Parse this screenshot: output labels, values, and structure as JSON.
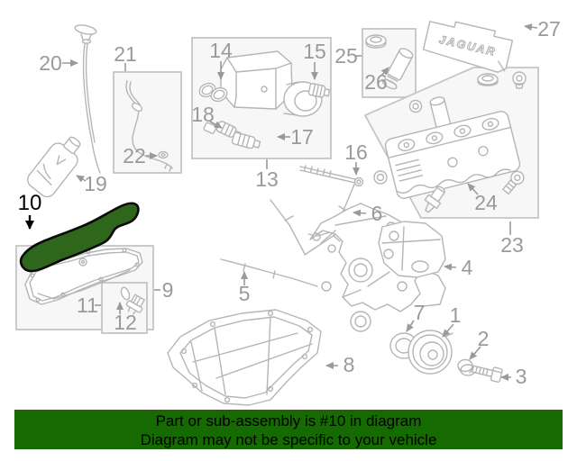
{
  "banner": {
    "line1": "Part or sub-assembly is #10 in diagram",
    "line2": "Diagram may not be specific to your vehicle",
    "bg_color": "#156b01",
    "text_color": "#000000"
  },
  "diagram": {
    "brand_text": "JAGUAR",
    "highlighted_callout": "10",
    "colors": {
      "highlight_fill": "#2e671b",
      "highlight_outline": "#000000",
      "line_art": "#b5b5b5",
      "label": "#9a9a9a"
    },
    "callouts": [
      {
        "n": "1"
      },
      {
        "n": "2"
      },
      {
        "n": "3"
      },
      {
        "n": "4"
      },
      {
        "n": "5"
      },
      {
        "n": "6"
      },
      {
        "n": "7"
      },
      {
        "n": "8"
      },
      {
        "n": "9"
      },
      {
        "n": "10"
      },
      {
        "n": "11"
      },
      {
        "n": "12"
      },
      {
        "n": "13"
      },
      {
        "n": "14"
      },
      {
        "n": "15"
      },
      {
        "n": "16"
      },
      {
        "n": "17"
      },
      {
        "n": "18"
      },
      {
        "n": "19"
      },
      {
        "n": "20"
      },
      {
        "n": "21"
      },
      {
        "n": "22"
      },
      {
        "n": "23"
      },
      {
        "n": "24"
      },
      {
        "n": "25"
      },
      {
        "n": "26"
      },
      {
        "n": "27"
      }
    ]
  }
}
